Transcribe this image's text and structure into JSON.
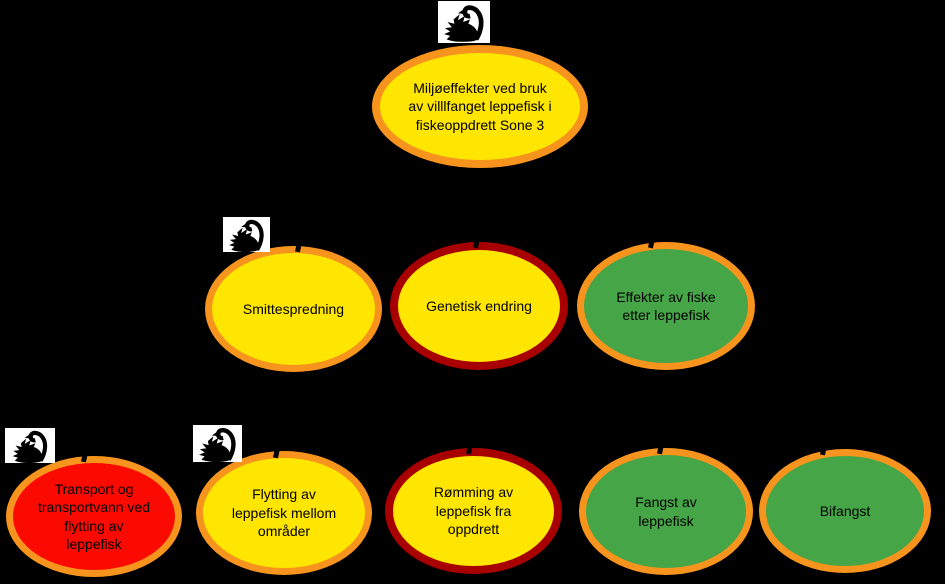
{
  "colors": {
    "background": "#000000",
    "yellow": "#FFE600",
    "orange": "#F7941D",
    "dark_red": "#A80000",
    "green": "#46A546",
    "red": "#FA0A00",
    "text": "#000000",
    "icon_bg": "#FFFFFF",
    "icon_fg": "#000000"
  },
  "diagram": {
    "type": "risk-assessment-tree",
    "icons": [
      "black-swan-icon"
    ],
    "nodes": [
      {
        "id": "root",
        "label": "Miljøeffekter ved bruk\nav villlfanget leppefisk i\nfiskeoppdrett Sone 3",
        "fill": "yellow",
        "border": "orange",
        "has_swan_icon": true
      },
      {
        "id": "smittespredning",
        "label": "Smittespredning",
        "fill": "yellow",
        "border": "orange",
        "has_swan_icon": true
      },
      {
        "id": "genetisk-endring",
        "label": "Genetisk endring",
        "fill": "yellow",
        "border": "dark_red",
        "has_swan_icon": false
      },
      {
        "id": "effekter-av-fiske",
        "label": "Effekter av fiske\netter leppefisk",
        "fill": "green",
        "border": "orange",
        "has_swan_icon": false
      },
      {
        "id": "transport",
        "label": "Transport og\ntransportvann ved\nflytting av\nleppefisk",
        "fill": "red",
        "border": "orange",
        "has_swan_icon": true
      },
      {
        "id": "flytting",
        "label": "Flytting av\nleppefisk mellom\nområder",
        "fill": "yellow",
        "border": "orange",
        "has_swan_icon": true
      },
      {
        "id": "romming",
        "label": "Rømming av\nleppefisk fra\noppdrett",
        "fill": "yellow",
        "border": "dark_red",
        "has_swan_icon": false
      },
      {
        "id": "fangst",
        "label": "Fangst av\nleppefisk",
        "fill": "green",
        "border": "orange",
        "has_swan_icon": false
      },
      {
        "id": "bifangst",
        "label": "Bifangst",
        "fill": "green",
        "border": "orange",
        "has_swan_icon": false
      }
    ]
  }
}
